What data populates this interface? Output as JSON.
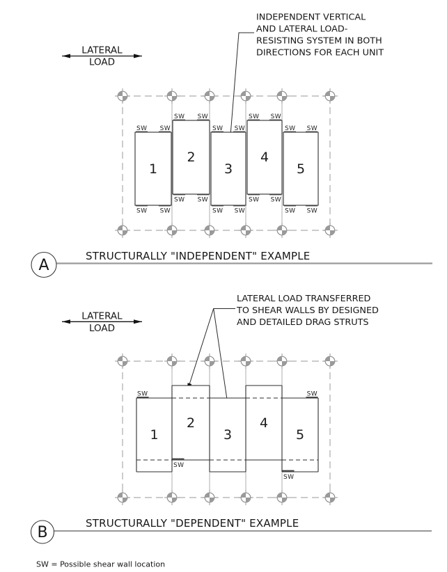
{
  "footnote": "SW = Possible shear wall location",
  "sw_label": "SW",
  "section_a": {
    "marker": "A",
    "title": "STRUCTURALLY \"INDEPENDENT\" EXAMPLE",
    "lateral_load_line1": "LATERAL",
    "lateral_load_line2": "LOAD",
    "annotation_lines": [
      "INDEPENDENT VERTICAL",
      "AND LATERAL LOAD-",
      "RESISTING SYSTEM IN BOTH",
      "DIRECTIONS FOR EACH UNIT"
    ],
    "units": [
      "1",
      "2",
      "3",
      "4",
      "5"
    ]
  },
  "section_b": {
    "marker": "B",
    "title": "STRUCTURALLY \"DEPENDENT\" EXAMPLE",
    "lateral_load_line1": "LATERAL",
    "lateral_load_line2": "LOAD",
    "annotation_lines": [
      "LATERAL LOAD TRANSFERRED",
      "TO SHEAR WALLS BY DESIGNED",
      "AND DETAILED DRAG STRUTS"
    ],
    "units": [
      "1",
      "2",
      "3",
      "4",
      "5"
    ]
  },
  "colors": {
    "line_dark": "#2e2e2e",
    "grid_gray": "#9a9a9a",
    "text": "#1c1c1c"
  }
}
